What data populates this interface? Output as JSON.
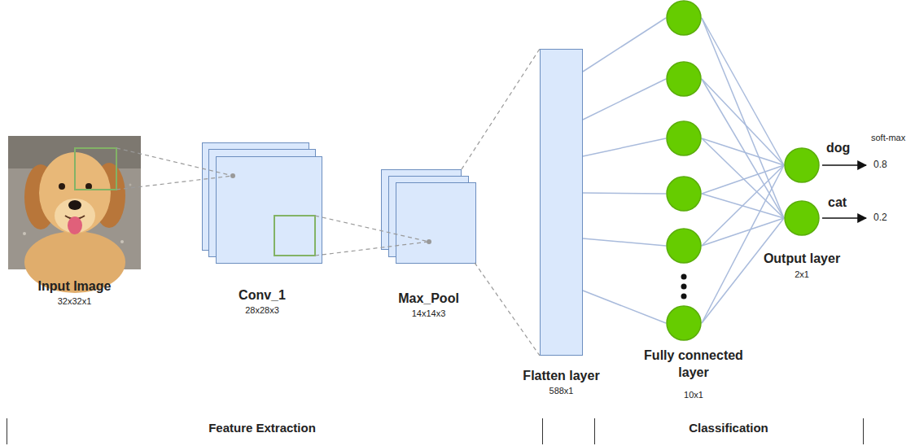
{
  "diagram": {
    "nodes": [
      {
        "text": [
          "Input Image",
          "32x32x1"
        ]
      },
      {
        "text": [
          "Conv_1",
          "28x28x3"
        ]
      },
      {
        "text": [
          "Max_Pool",
          "14x14x3"
        ]
      },
      {
        "text": [
          "Flatten layer",
          "588x1"
        ]
      },
      {
        "text": [
          "dog"
        ]
      },
      {
        "text": [
          "cat"
        ]
      }
    ],
    "edges": [
      {
        "from": 0,
        "to": 1,
        "arrow": "none"
      },
      {
        "from": 1,
        "to": 2,
        "arrow": "none"
      },
      {
        "from": 2,
        "to": 3,
        "arrow": "none"
      }
    ],
    "labels": [
      "Fully connected layer",
      "10x1",
      "Output layer",
      "2x1",
      "soft-max",
      "0.8",
      "0.2",
      "Feature Extraction",
      "Classification"
    ]
  }
}
